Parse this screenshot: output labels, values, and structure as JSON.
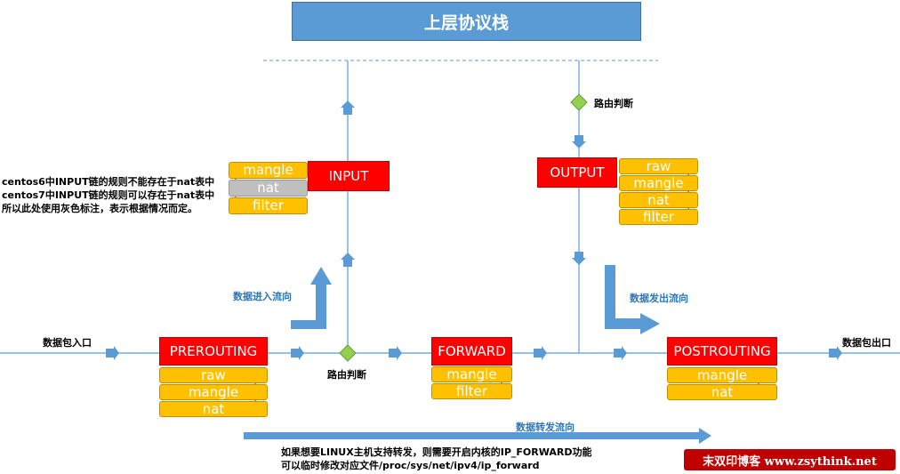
{
  "top_stack": "上层协议栈",
  "chains": {
    "prerouting": "PREROUTING",
    "input": "INPUT",
    "forward": "FORWARD",
    "output": "OUTPUT",
    "postrouting": "POSTROUTING"
  },
  "tables": {
    "prerouting": [
      "raw",
      "mangle",
      "nat"
    ],
    "input": [
      "mangle",
      "nat",
      "filter"
    ],
    "forward": [
      "mangle",
      "filter"
    ],
    "output": [
      "raw",
      "mangle",
      "nat",
      "filter"
    ],
    "postrouting": [
      "mangle",
      "nat"
    ]
  },
  "labels": {
    "packet_in": "数据包入口",
    "packet_out": "数据包出口",
    "routing_decision_bottom": "路由判断",
    "routing_decision_top": "路由判断",
    "inbound_flow": "数据进入流向",
    "outbound_flow": "数据发出流向",
    "forward_flow": "数据转发流向"
  },
  "notes": {
    "centos": [
      "centos6中INPUT链的规则不能存在于nat表中",
      "centos7中INPUT链的规则可以存在于nat表中",
      "所以此处使用灰色标注，表示根据情况而定。"
    ],
    "forward": [
      "如果想要LINUX主机支持转发，则需要开启内核的IP_FORWARD功能",
      "可以临时修改对应文件/proc/sys/net/ipv4/ip_forward"
    ]
  },
  "watermark": "末双印博客 www.zsythink.net",
  "colors": {
    "line": "#5b9bd5",
    "chain": "#ff0000",
    "table": "#ffc000",
    "table_gray": "#bfbfbf",
    "decision": "#92d050",
    "flow_label": "#2e75b6"
  }
}
